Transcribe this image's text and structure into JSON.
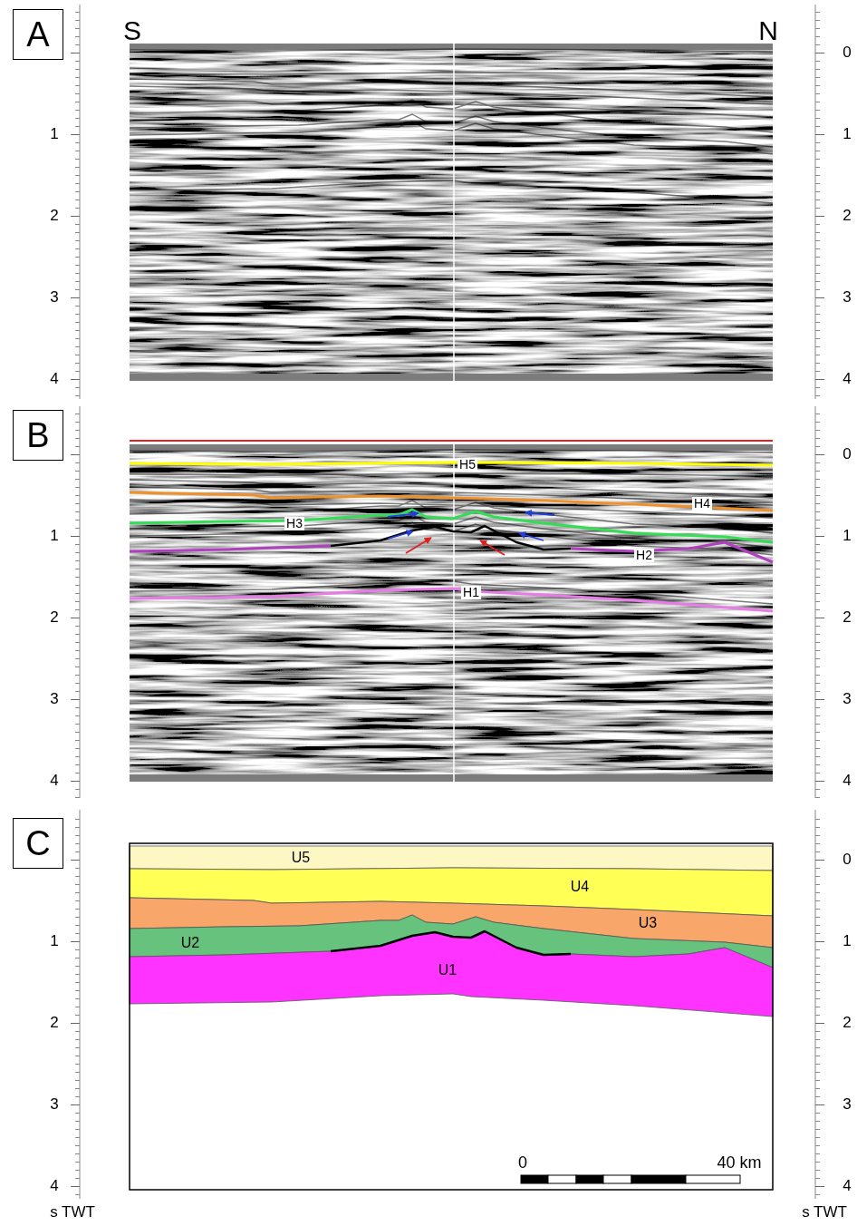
{
  "diagram": {
    "nodes": [
      {
        "text": [
          "A"
        ]
      },
      {
        "text": [
          "B"
        ]
      },
      {
        "text": [
          "C"
        ]
      },
      {
        "text": [
          "U5"
        ]
      },
      {
        "text": [
          "U4"
        ]
      },
      {
        "text": [
          "U3"
        ]
      },
      {
        "text": [
          "U2"
        ]
      },
      {
        "text": [
          "U1"
        ]
      }
    ],
    "labels": [
      "S",
      "N",
      "1",
      "2",
      "3",
      "4",
      "0",
      "1",
      "2",
      "3",
      "4",
      "H5",
      "H4",
      "H3",
      "H2",
      "H1",
      "1",
      "2",
      "3",
      "4",
      "0",
      "1",
      "2",
      "3",
      "4",
      "1",
      "2",
      "3",
      "4",
      "0",
      "1",
      "2",
      "3",
      "4",
      "0",
      "40 km",
      "s TWT",
      "s TWT"
    ]
  }
}
